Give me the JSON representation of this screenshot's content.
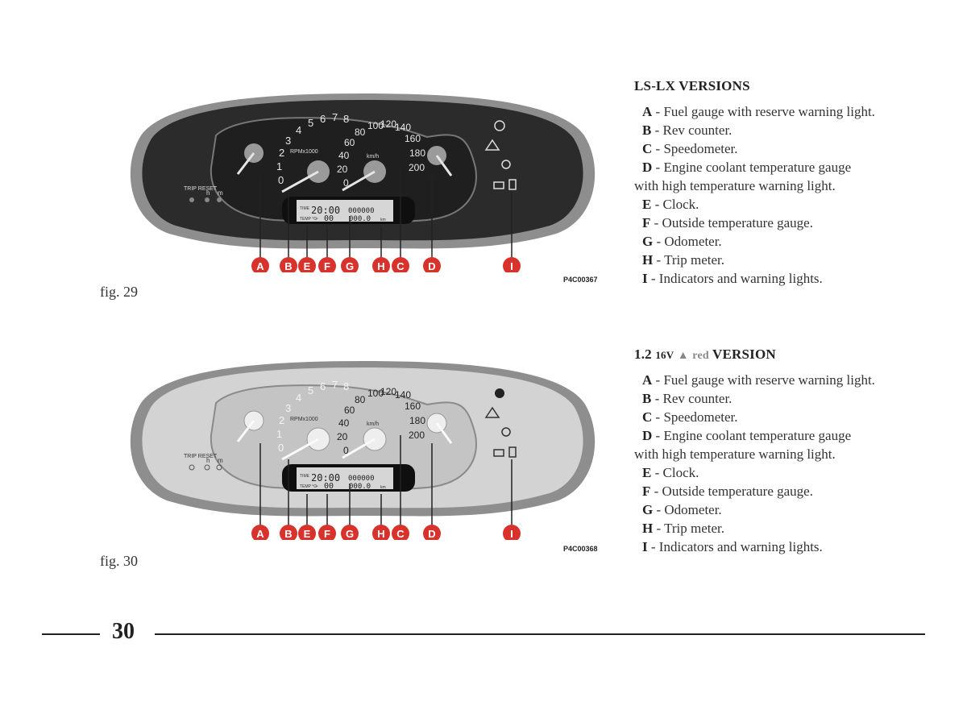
{
  "figures": [
    {
      "caption": "fig. 29",
      "code": "P4C00367",
      "scheme": "dark",
      "clock_text": "20:00",
      "odo_text": "000000",
      "temp_text": "- 00",
      "trip_text": "000.0",
      "time_label": "TIME",
      "temp_label": "TEMP °C",
      "km_label": "km",
      "rpm_label": "RPMx1000",
      "kmh_label": "km/h",
      "trip_reset_label": "TRIP RESET",
      "h_label": "h",
      "m_label": "m",
      "callouts": [
        "A",
        "B",
        "E",
        "F",
        "G",
        "H",
        "C",
        "D",
        "I"
      ]
    },
    {
      "caption": "fig. 30",
      "code": "P4C00368",
      "scheme": "light",
      "clock_text": "20:00",
      "odo_text": "000000",
      "temp_text": "- 00",
      "trip_text": "000.0",
      "time_label": "TIME",
      "temp_label": "TEMP °C",
      "km_label": "km",
      "rpm_label": "RPMx1000",
      "kmh_label": "km/h",
      "trip_reset_label": "TRIP RESET",
      "h_label": "h",
      "m_label": "m",
      "callouts": [
        "A",
        "B",
        "E",
        "F",
        "G",
        "H",
        "C",
        "D",
        "I"
      ]
    }
  ],
  "sections": [
    {
      "title": "LS-LX VERSIONS",
      "items": [
        {
          "key": "A",
          "text": "- Fuel gauge with reserve warning light."
        },
        {
          "key": "B",
          "text": "- Rev counter."
        },
        {
          "key": "C",
          "text": "- Speedometer."
        },
        {
          "key": "D",
          "text": "- Engine coolant temperature gauge with high temperature warning light."
        },
        {
          "key": "E",
          "text": "- Clock."
        },
        {
          "key": "F",
          "text": "- Outside temperature gauge."
        },
        {
          "key": "G",
          "text": "- Odometer."
        },
        {
          "key": "H",
          "text": "- Trip meter."
        },
        {
          "key": "I",
          "text": "- Indicators and warning lights."
        }
      ]
    },
    {
      "title_prefix": "1.2",
      "title_small": "16V",
      "title_grey": "red",
      "title_suffix": "VERSION",
      "items": [
        {
          "key": "A",
          "text": "- Fuel gauge with reserve warning light."
        },
        {
          "key": "B",
          "text": "- Rev counter."
        },
        {
          "key": "C",
          "text": "- Speedometer."
        },
        {
          "key": "D",
          "text": "- Engine coolant temperature gauge with high temperature warning light."
        },
        {
          "key": "E",
          "text": "- Clock."
        },
        {
          "key": "F",
          "text": "- Outside temperature gauge."
        },
        {
          "key": "G",
          "text": "- Odometer."
        },
        {
          "key": "H",
          "text": "- Trip meter."
        },
        {
          "key": "I",
          "text": "- Indicators and warning lights."
        }
      ]
    }
  ],
  "gauges": {
    "rev_ticks": [
      "0",
      "1",
      "2",
      "3",
      "4",
      "5",
      "6",
      "7",
      "8"
    ],
    "speed_ticks": [
      "0",
      "20",
      "40",
      "60",
      "80",
      "100",
      "120",
      "140",
      "160",
      "180",
      "200"
    ]
  },
  "page_number": "30",
  "colors": {
    "callout_red": "#d8322c",
    "dark_dial": "#2c2c2c",
    "light_dial": "#c9c9c9"
  }
}
